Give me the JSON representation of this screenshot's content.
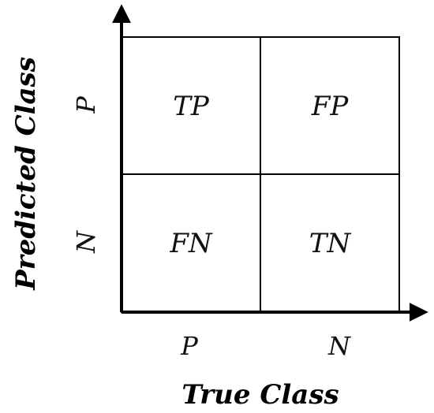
{
  "matrix": {
    "cells": {
      "top_left": "TP",
      "top_right": "FP",
      "bottom_left": "FN",
      "bottom_right": "TN"
    },
    "row_labels": [
      "P",
      "N"
    ],
    "column_labels": [
      "P",
      "N"
    ],
    "x_axis_title": "True Class",
    "y_axis_title": "Predicted Class"
  },
  "colors": {
    "line": "#000000",
    "text": "#111111"
  }
}
